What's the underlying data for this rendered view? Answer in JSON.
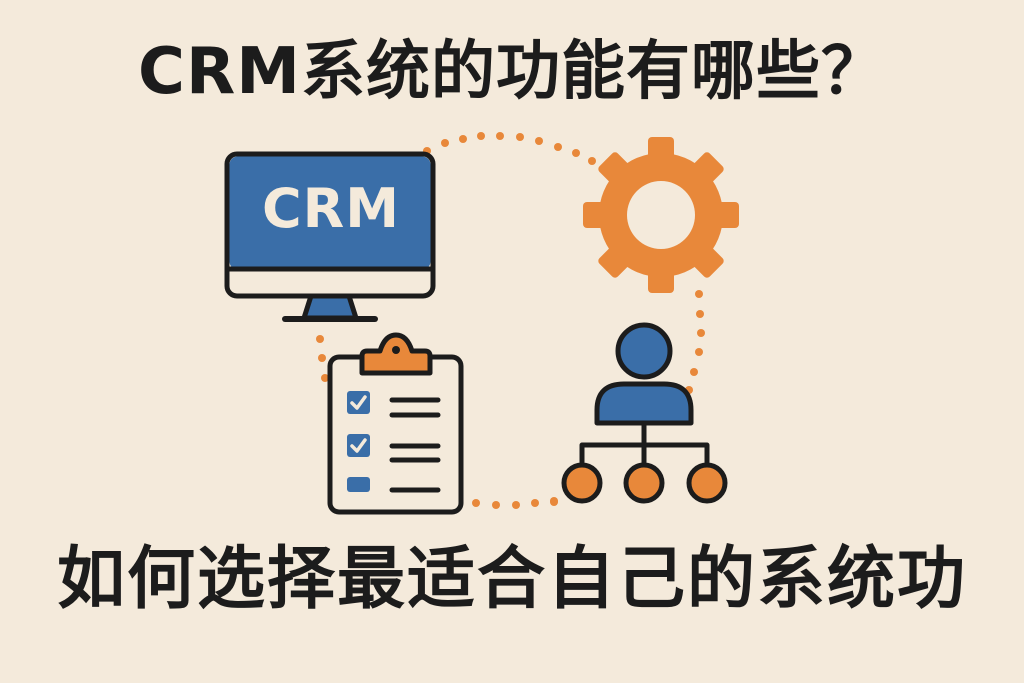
{
  "header": {
    "title": "CRM系统的功能有哪些？"
  },
  "footer": {
    "subtitle": "如何选择最适合自己的系统功"
  },
  "illustration": {
    "monitor": {
      "screen_text": "CRM",
      "icon": "monitor-icon"
    },
    "gear": {
      "icon": "gear-icon"
    },
    "clipboard": {
      "icon": "clipboard-checklist-icon",
      "items": [
        "checked",
        "checked",
        "unchecked"
      ]
    },
    "org": {
      "icon": "org-chart-user-icon",
      "children": 3
    },
    "connector": {
      "style": "dotted"
    }
  },
  "colors": {
    "background": "#f4eadb",
    "blue": "#3a6ea8",
    "orange": "#e8883a",
    "outline": "#1c1c1c",
    "text": "#1c1c1c"
  }
}
